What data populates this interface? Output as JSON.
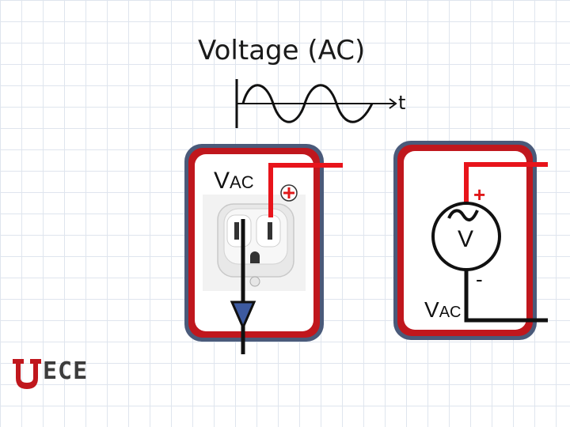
{
  "title": "Voltage (AC)",
  "waveform": {
    "axis_label": "t"
  },
  "left_panel": {
    "label_main": "V",
    "label_sub": "AC",
    "plus": "+"
  },
  "right_panel": {
    "source_symbol": "~",
    "source_letter": "V",
    "plus": "+",
    "minus": "-",
    "label_main": "V",
    "label_sub": "AC"
  },
  "logo": {
    "text": "ECE"
  },
  "colors": {
    "panel_border": "#4a5a7a",
    "panel_red": "#c0171d",
    "wire_red": "#e8141b",
    "wire_black": "#111111"
  }
}
